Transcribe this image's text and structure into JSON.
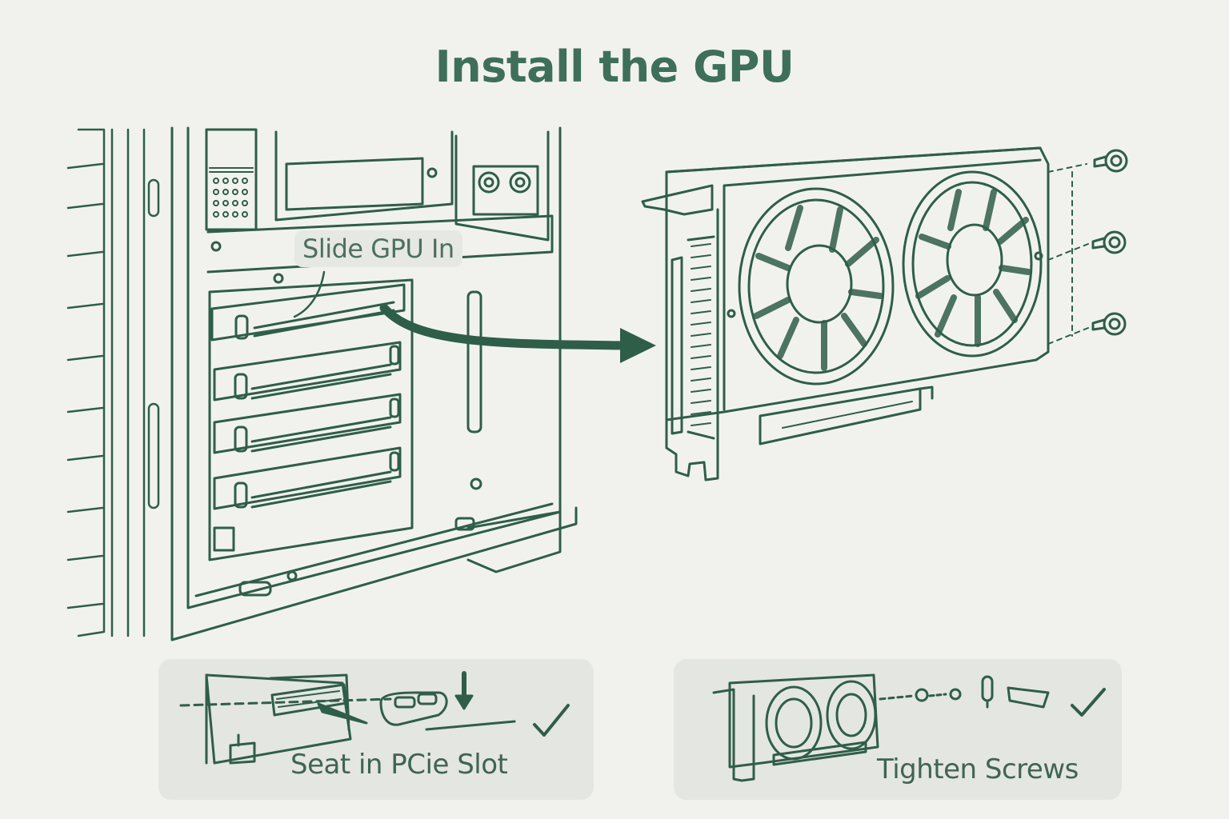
{
  "title": "Install the GPU",
  "callout": {
    "label": "Slide GPU In"
  },
  "steps": [
    {
      "label": "Seat in PCie Slot",
      "status_icon": "checkmark-icon"
    },
    {
      "label": "Tighten Screws",
      "status_icon": "checkmark-icon"
    }
  ],
  "colors": {
    "ink": "#2f5e48",
    "title": "#3e6f5a",
    "background": "#f1f2ee",
    "card": "#e4e6e1"
  }
}
